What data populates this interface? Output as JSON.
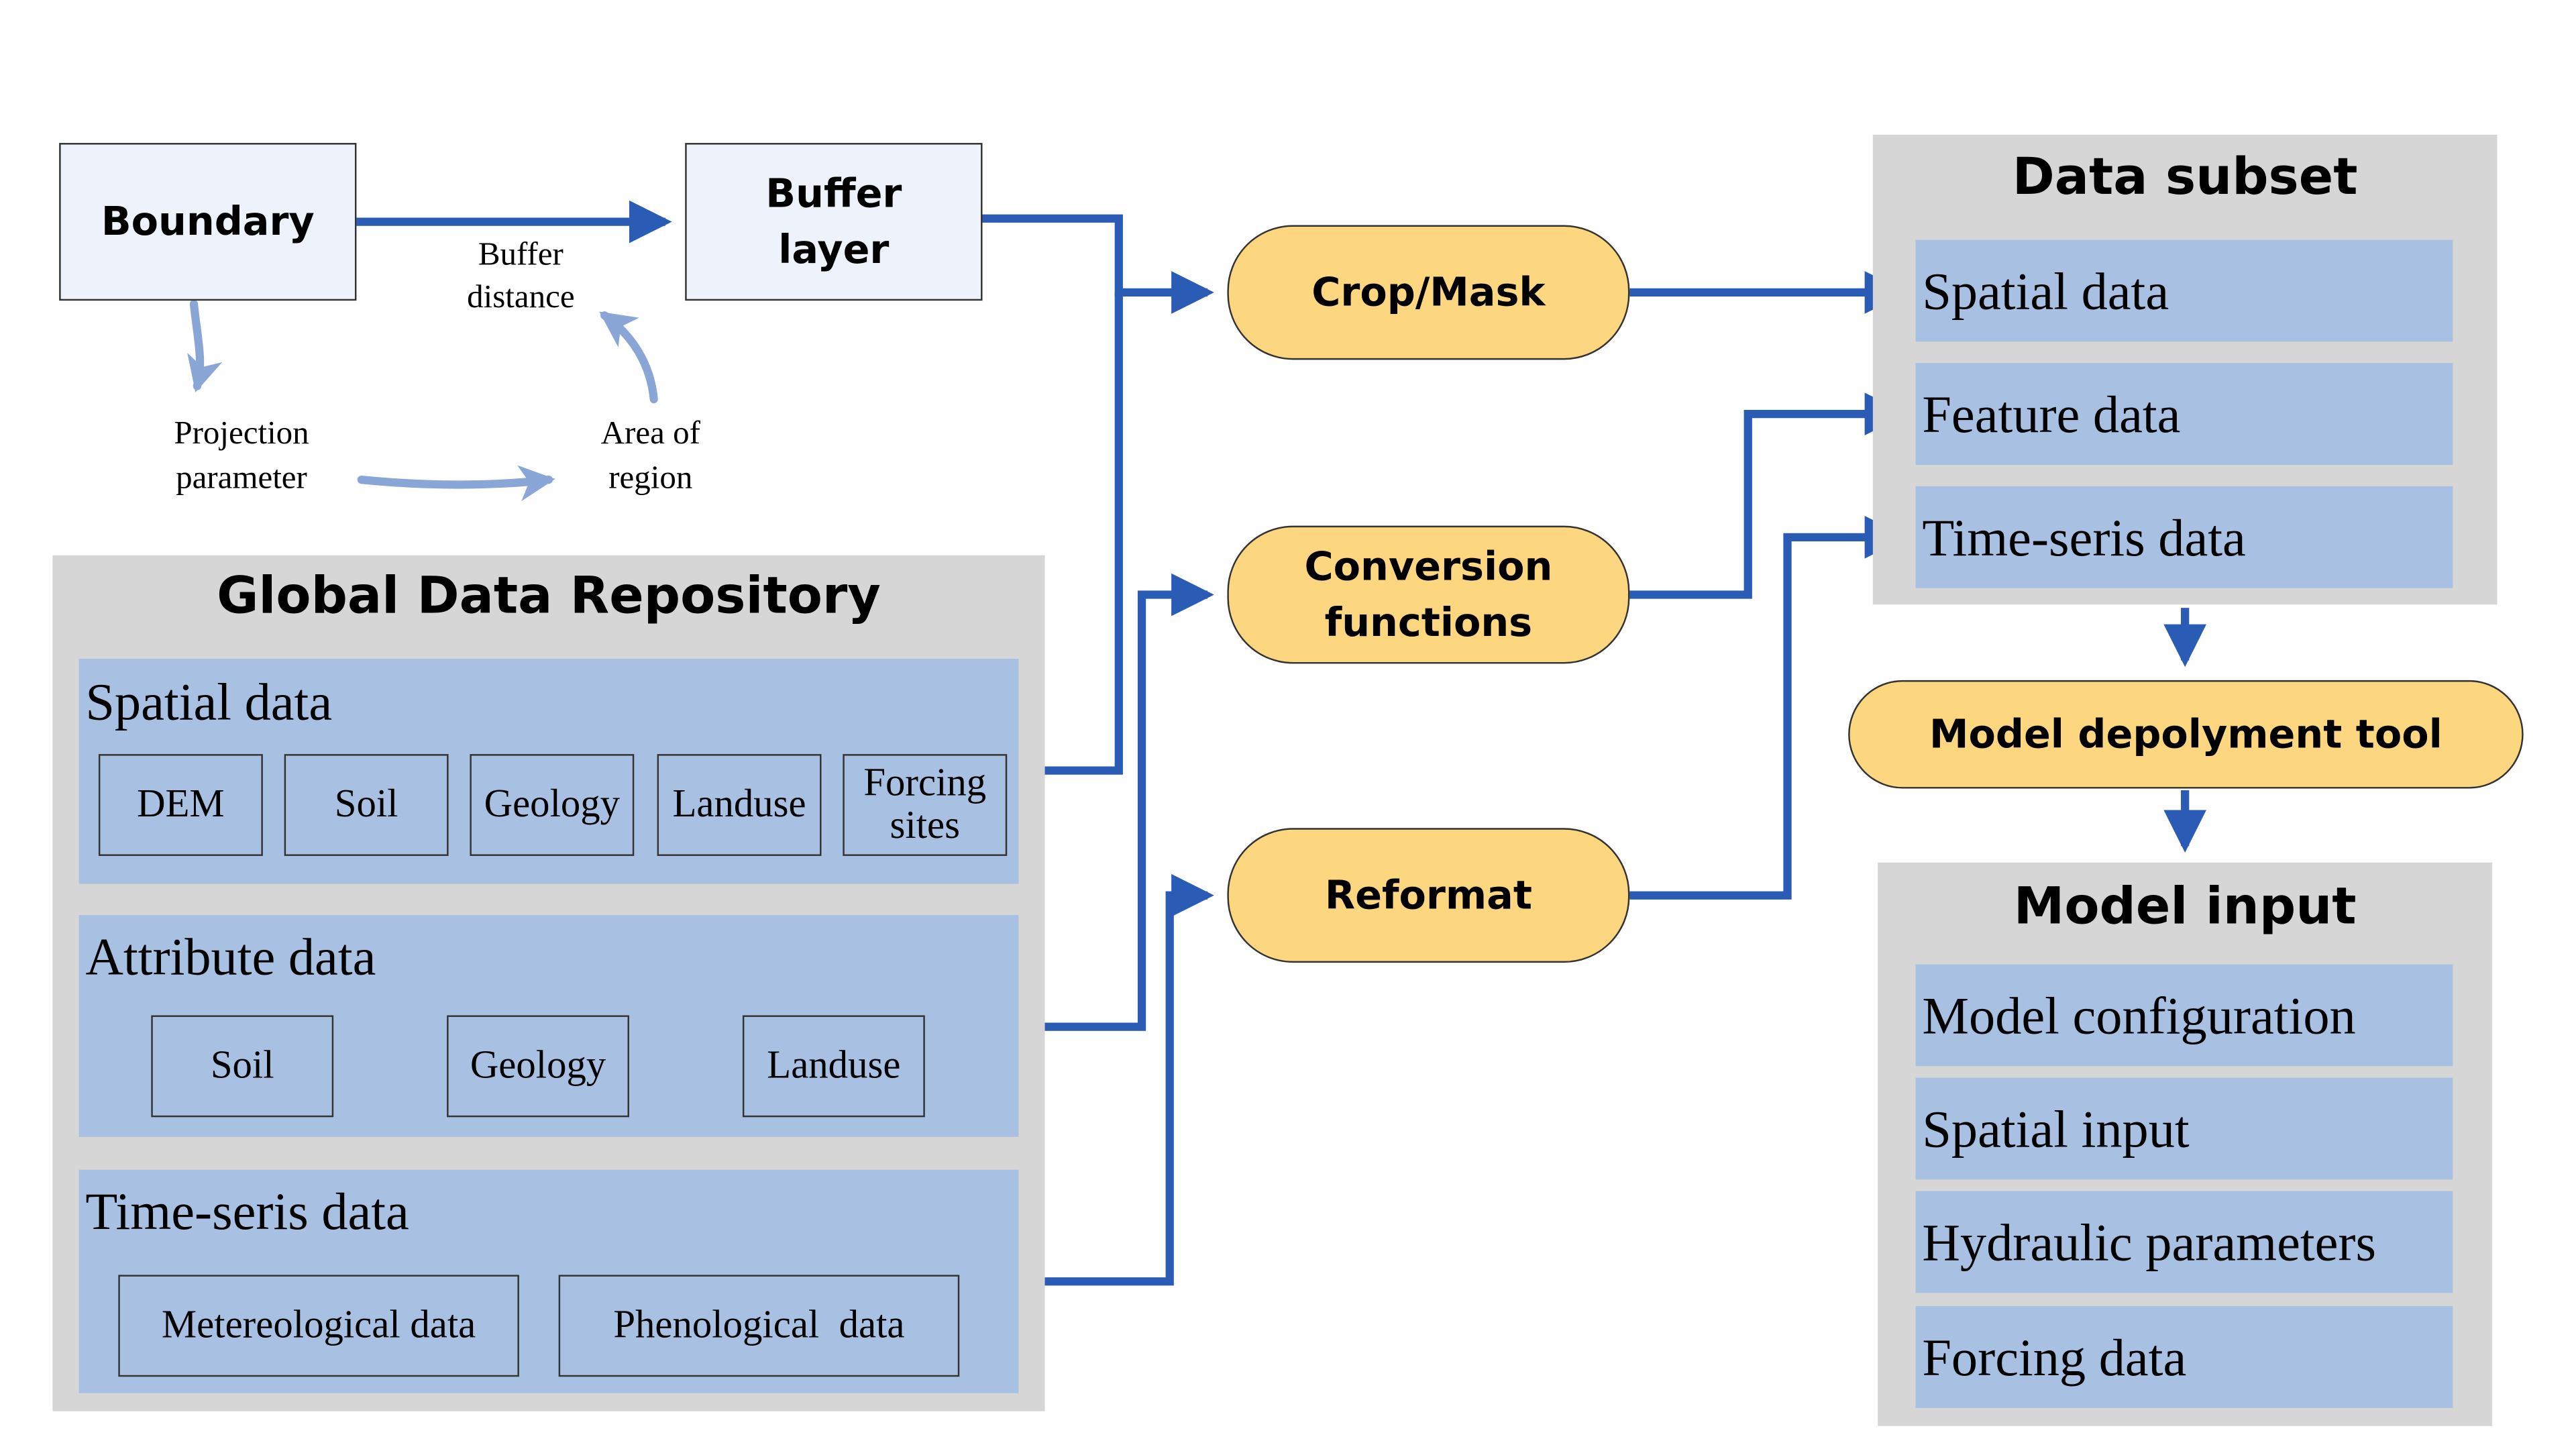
{
  "boundary": "Boundary",
  "buffer_layer": [
    "Buffer",
    "layer"
  ],
  "buffer_distance": [
    "Buffer",
    "distance"
  ],
  "projection_parameter": [
    "Projection",
    "parameter"
  ],
  "area_of_region": [
    "Area of",
    "region"
  ],
  "repository": {
    "title": "Global Data Repository",
    "spatial": {
      "label": "Spatial data",
      "items": [
        "DEM",
        "Soil",
        "Geology",
        "Landuse",
        [
          "Forcing",
          "sites"
        ]
      ]
    },
    "attribute": {
      "label": "Attribute data",
      "items": [
        "Soil",
        "Geology",
        "Landuse"
      ]
    },
    "timeseries": {
      "label": "Time-seris data",
      "items": [
        "Metereological data",
        "Phenological  data"
      ]
    }
  },
  "processes": {
    "crop": "Crop/Mask",
    "conversion": [
      "Conversion",
      "functions"
    ],
    "reformat": "Reformat",
    "deploy": "Model depolyment tool"
  },
  "subset": {
    "title": "Data subset",
    "items": [
      "Spatial data",
      "Feature data",
      "Time-seris data"
    ]
  },
  "model_input": {
    "title": "Model input",
    "items": [
      "Model configuration",
      "Spatial input",
      "Hydraulic parameters",
      "Forcing data"
    ]
  },
  "colors": {
    "arrow": "#2a5bb5",
    "light_arrow": "#8aa6d6",
    "pill": "#fdd780",
    "panel": "#d6d6d6",
    "cell": "#a8c0e2"
  }
}
